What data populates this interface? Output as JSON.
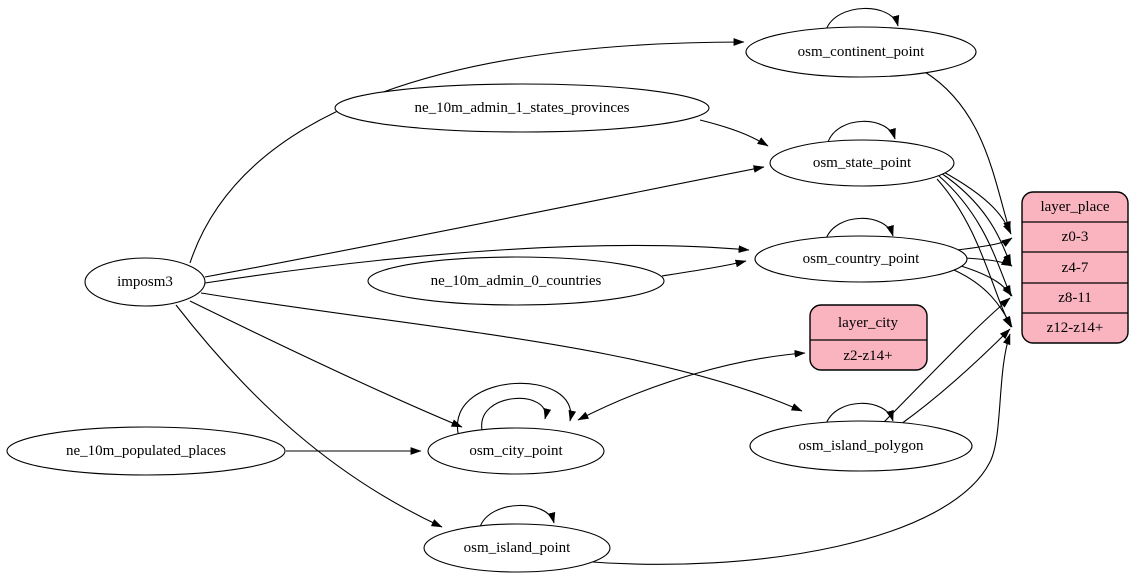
{
  "diagram_type": "graphviz-etl-dataflow",
  "colors": {
    "background": "#ffffff",
    "node_fill": "#ffffff",
    "layer_fill": "#f9b4bf",
    "stroke": "#000000"
  },
  "nodes": {
    "imposm3": "imposm3",
    "ne_admin1": "ne_10m_admin_1_states_provinces",
    "ne_admin0": "ne_10m_admin_0_countries",
    "ne_populated": "ne_10m_populated_places",
    "continent": "osm_continent_point",
    "state": "osm_state_point",
    "country": "osm_country_point",
    "city": "osm_city_point",
    "island_polygon": "osm_island_polygon",
    "island_point": "osm_island_point"
  },
  "layers": {
    "place": {
      "title": "layer_place",
      "rows": [
        "z0-3",
        "z4-7",
        "z8-11",
        "z12-z14+"
      ]
    },
    "city": {
      "title": "layer_city",
      "rows": [
        "z2-z14+"
      ]
    }
  },
  "edges": [
    {
      "from": "imposm3",
      "to": "osm_continent_point"
    },
    {
      "from": "imposm3",
      "to": "osm_state_point"
    },
    {
      "from": "imposm3",
      "to": "osm_country_point"
    },
    {
      "from": "imposm3",
      "to": "osm_city_point"
    },
    {
      "from": "imposm3",
      "to": "osm_island_polygon"
    },
    {
      "from": "imposm3",
      "to": "osm_island_point"
    },
    {
      "from": "ne_10m_admin_1_states_provinces",
      "to": "osm_state_point"
    },
    {
      "from": "ne_10m_admin_0_countries",
      "to": "osm_country_point"
    },
    {
      "from": "ne_10m_populated_places",
      "to": "osm_city_point"
    },
    {
      "from": "osm_continent_point",
      "to": "layer_place:z0-3"
    },
    {
      "from": "osm_state_point",
      "to": "layer_place:z0-3"
    },
    {
      "from": "osm_state_point",
      "to": "layer_place:z4-7"
    },
    {
      "from": "osm_state_point",
      "to": "layer_place:z8-11"
    },
    {
      "from": "osm_state_point",
      "to": "layer_place:z12-z14+"
    },
    {
      "from": "osm_country_point",
      "to": "layer_place:z0-3"
    },
    {
      "from": "osm_country_point",
      "to": "layer_place:z4-7"
    },
    {
      "from": "osm_country_point",
      "to": "layer_place:z8-11"
    },
    {
      "from": "osm_country_point",
      "to": "layer_place:z12-z14+"
    },
    {
      "from": "osm_city_point",
      "to": "layer_city:z2-z14+",
      "dir": "both"
    },
    {
      "from": "osm_island_polygon",
      "to": "layer_place:z8-11"
    },
    {
      "from": "osm_island_polygon",
      "to": "layer_place:z12-z14+"
    },
    {
      "from": "osm_island_point",
      "to": "layer_place:z12-z14+"
    }
  ],
  "self_loops": [
    "osm_continent_point",
    "osm_state_point",
    "osm_country_point",
    "osm_city_point",
    "osm_city_point",
    "osm_island_polygon",
    "osm_island_point"
  ]
}
